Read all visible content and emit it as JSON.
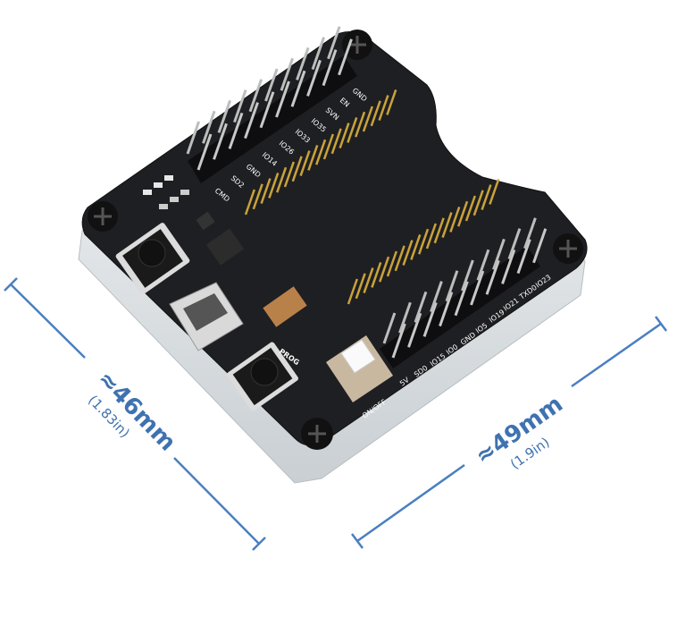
{
  "dimensions": {
    "height": {
      "main": "≈46mm",
      "sub": "(1.83in)"
    },
    "width": {
      "main": "≈49mm",
      "sub": "(1.9in)"
    },
    "line_color": "#4a7fc0"
  },
  "board": {
    "pcb_color": "#1e1f22",
    "acrylic_color": "#dfe3e6",
    "top_header_labels": [
      "CMD",
      "SD2",
      "GND",
      "IO14",
      "IO26",
      "IO33",
      "IO35",
      "SVN",
      "EN",
      "GND"
    ],
    "bottom_header_labels": [
      "5V",
      "SD0",
      "IO15",
      "IO0",
      "GND",
      "IO5",
      "IO19",
      "IO21",
      "TXD0",
      "IO23"
    ],
    "button_label": "PROG",
    "switch_label": "ON/OFF"
  }
}
